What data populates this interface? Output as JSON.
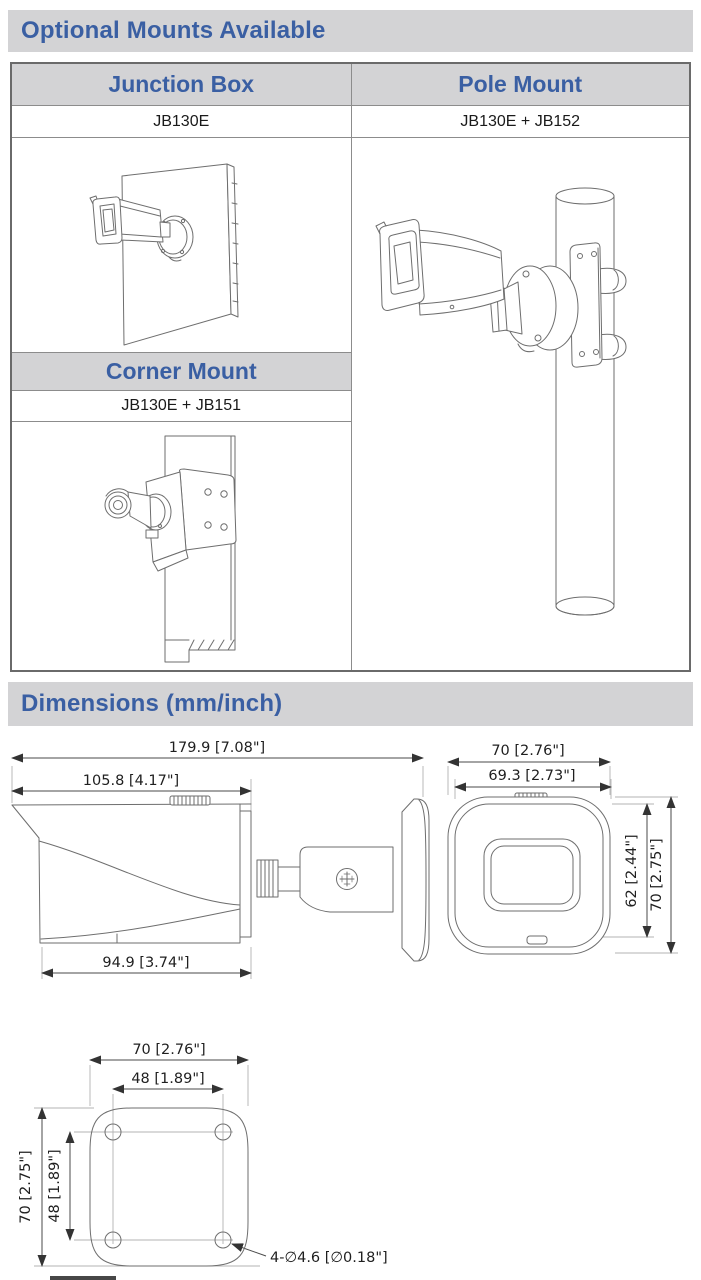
{
  "colors": {
    "accent_blue": "#3a5fa3",
    "bar_gray": "#d3d3d5",
    "table_border": "#6a6a6a",
    "drawing_line": "#6e6e6e"
  },
  "sections": {
    "mounts": {
      "title": "Optional Mounts Available"
    },
    "dimensions": {
      "title": "Dimensions (mm/inch)"
    }
  },
  "mounts_table": {
    "junction_box": {
      "title": "Junction Box",
      "model": "JB130E"
    },
    "pole_mount": {
      "title": "Pole Mount",
      "model": "JB130E + JB152"
    },
    "corner_mount": {
      "title": "Corner Mount",
      "model": "JB130E + JB151"
    }
  },
  "dimension_drawings": {
    "side_view": {
      "overall_length": "179.9 [7.08\"]",
      "shield_length": "105.8 [4.17\"]",
      "body_length": "94.9 [3.74\"]"
    },
    "front_view": {
      "overall_width": "70 [2.76\"]",
      "inner_width": "69.3 [2.73\"]",
      "inner_height": "62 [2.44\"]",
      "overall_height": "70 [2.75\"]"
    },
    "base_view": {
      "base_width": "70 [2.76\"]",
      "hole_spacing_horizontal": "48 [1.89\"]",
      "base_height": "70 [2.75\"]",
      "hole_spacing_vertical": "48 [1.89\"]",
      "mounting_holes": "4-∅4.6 [∅0.18\"]"
    }
  }
}
